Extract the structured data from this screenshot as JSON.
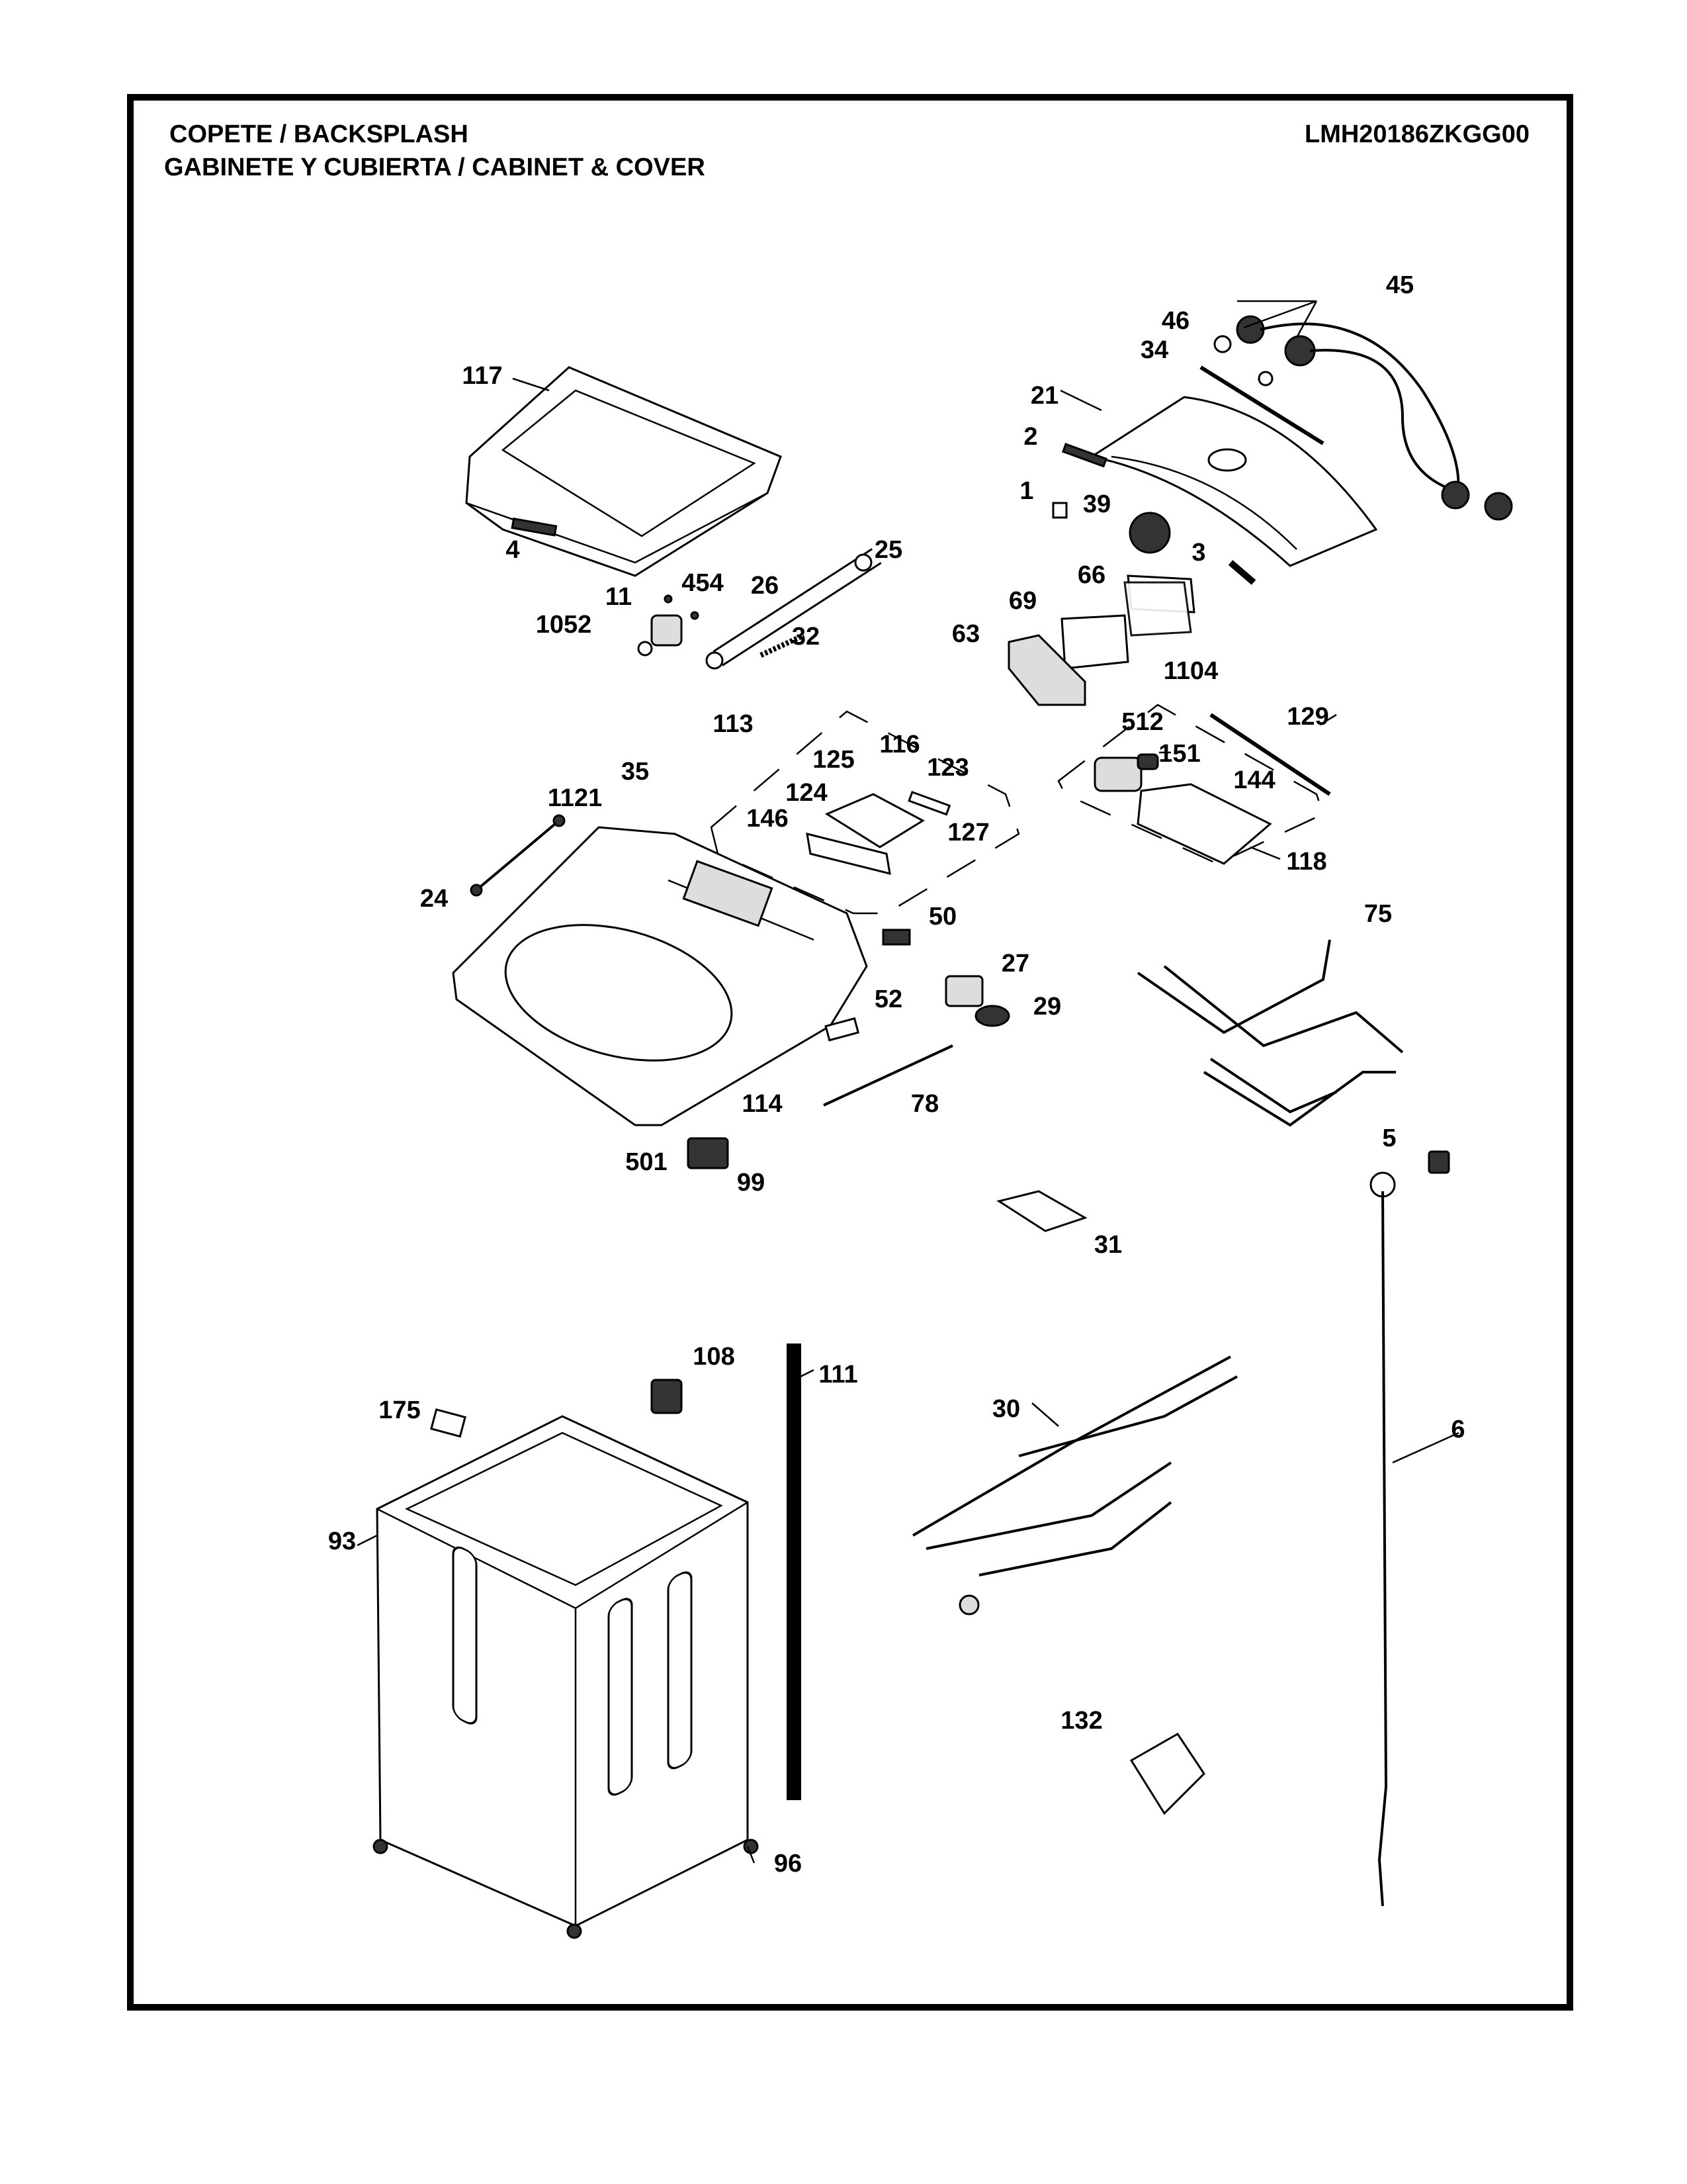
{
  "header": {
    "title_line1": "COPETE / BACKSPLASH",
    "title_line2": "GABINETE Y CUBIERTA / CABINET & COVER",
    "model_number": "LMH20186ZKGG00"
  },
  "part_labels": {
    "p117": "117",
    "p4": "4",
    "p454": "454",
    "p11": "11",
    "p26": "26",
    "p25": "25",
    "p1052": "1052",
    "p32": "32",
    "p46": "46",
    "p45": "45",
    "p34": "34",
    "p21": "21",
    "p2": "2",
    "p1": "1",
    "p39": "39",
    "p3": "3",
    "p66": "66",
    "p69": "69",
    "p63": "63",
    "p1104": "1104",
    "p113": "113",
    "p129": "129",
    "p512": "512",
    "p116": "116",
    "p125": "125",
    "p123": "123",
    "p151": "151",
    "p35": "35",
    "p144": "144",
    "p124": "124",
    "p1121": "1121",
    "p146": "146",
    "p127": "127",
    "p118": "118",
    "p24": "24",
    "p50": "50",
    "p75": "75",
    "p27": "27",
    "p29": "29",
    "p52": "52",
    "p114": "114",
    "p78": "78",
    "p5": "5",
    "p501": "501",
    "p99": "99",
    "p31": "31",
    "p108": "108",
    "p111": "111",
    "p175": "175",
    "p30": "30",
    "p6": "6",
    "p93": "93",
    "p132": "132",
    "p96": "96"
  }
}
